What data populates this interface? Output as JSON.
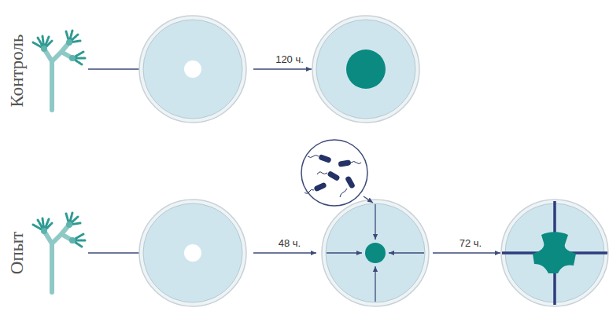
{
  "diagram": {
    "labels": [
      "Контроль",
      "120 ч.",
      "Опыт",
      "48 ч.",
      "72 ч."
    ]
  }
}
